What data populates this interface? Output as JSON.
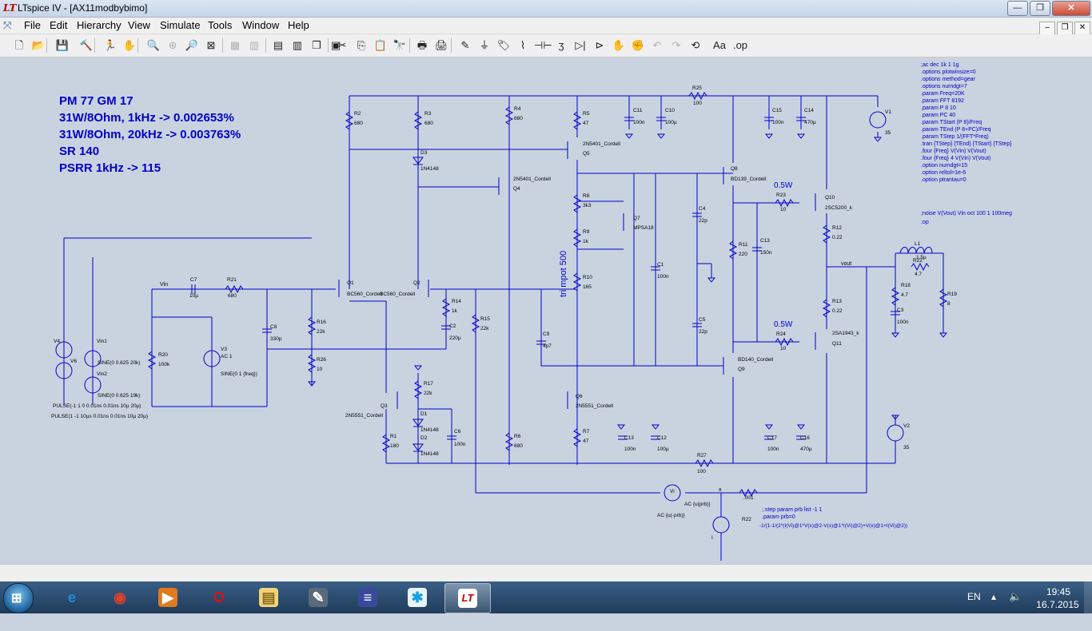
{
  "window": {
    "title": "LTspice IV - [AX11modbybimo]",
    "app_icon": "ltspice-logo-icon",
    "controls": {
      "minimize": "—",
      "maximize": "❐",
      "close": "✕"
    }
  },
  "menubar": {
    "items": [
      "File",
      "Edit",
      "Hierarchy",
      "View",
      "Simulate",
      "Tools",
      "Window",
      "Help"
    ],
    "mdi_controls": {
      "minimize": "–",
      "restore": "❐",
      "close": "✕"
    }
  },
  "toolbar": {
    "buttons": [
      {
        "name": "new-schematic",
        "glyph": "🗋"
      },
      {
        "name": "open",
        "glyph": "📂"
      },
      {
        "name": "save",
        "glyph": "💾"
      },
      {
        "name": "control-panel",
        "glyph": "🔨"
      },
      {
        "name": "run",
        "glyph": "🏃"
      },
      {
        "name": "halt",
        "glyph": "✋"
      },
      {
        "name": "zoom-in",
        "glyph": "🔍"
      },
      {
        "name": "pan",
        "glyph": "⊕"
      },
      {
        "name": "zoom-out",
        "glyph": "🔎"
      },
      {
        "name": "zoom-fit",
        "glyph": "⊠"
      },
      {
        "name": "autoscale",
        "glyph": "▦"
      },
      {
        "name": "delete-trace",
        "glyph": "▥"
      },
      {
        "name": "tile-horizontal",
        "glyph": "▤"
      },
      {
        "name": "tile-vertical",
        "glyph": "▥"
      },
      {
        "name": "cascade",
        "glyph": "❐"
      },
      {
        "name": "close-windows",
        "glyph": "▣"
      },
      {
        "name": "cut",
        "glyph": "✂"
      },
      {
        "name": "copy",
        "glyph": "⎘"
      },
      {
        "name": "paste",
        "glyph": "📋"
      },
      {
        "name": "find",
        "glyph": "🔭"
      },
      {
        "name": "print-setup",
        "glyph": "🖶"
      },
      {
        "name": "print",
        "glyph": "🖨"
      },
      {
        "name": "draw-wire",
        "glyph": "✎"
      },
      {
        "name": "ground",
        "glyph": "⏚"
      },
      {
        "name": "label-net",
        "glyph": "🏷"
      },
      {
        "name": "resistor",
        "glyph": "⌇"
      },
      {
        "name": "capacitor",
        "glyph": "⊣⊢"
      },
      {
        "name": "inductor",
        "glyph": "ʒ"
      },
      {
        "name": "diode",
        "glyph": "▷|"
      },
      {
        "name": "component",
        "glyph": "⊳"
      },
      {
        "name": "move",
        "glyph": "✋"
      },
      {
        "name": "drag",
        "glyph": "✊"
      },
      {
        "name": "undo",
        "glyph": "↶"
      },
      {
        "name": "redo",
        "glyph": "↷"
      },
      {
        "name": "rotate",
        "glyph": "⟲"
      },
      {
        "name": "text",
        "glyph": "Aa"
      },
      {
        "name": "spice-directive",
        "glyph": ".op"
      }
    ]
  },
  "schematic": {
    "notes": {
      "line1": "PM 77 GM 17",
      "line2": "31W/8Ohm, 1kHz   -> 0.002653%",
      "line3": "31W/8Ohm, 20kHz -> 0.003763%",
      "line4": "SR 140",
      "line5": "PSRR 1kHz -> 115"
    },
    "directives": [
      ";ac dec 1k 1 1g",
      ".options plotwinsize=0",
      ".options method=gear",
      ".options numdgt=7",
      ".param Freq=20K",
      ".param FFT 8192",
      ".param P 8 10",
      ".param PC 40",
      ".param TStart (P 8)/Freq",
      ".param TEnd (P 8+PC)/Freq",
      ".param TStep 1/(FFT*Freq)",
      ".tran {TStep} {TEnd} {TStart} {TStep}",
      ".four {Freq} V(Vin) V(Vout)",
      ".four {Freq} 4 V(Vin) V(Vout)",
      ".option numdgt=15",
      ".option reltol=1e-6",
      ".option ptrantau=0"
    ],
    "noise_directive": ";noise V(Vout) Vin oct 100 1 100meg",
    "op_directive": ";op",
    "step_directive": ";.step param prb list -1 1",
    "param_prb": ".param prb=0",
    "expr": "-1/(1-1/(2*(I(Vi)@1*V(x)@2-V(x)@1*I(Vi)@2)+V(x)@1+I(Vi)@2))",
    "pot_label": "tri mpot 500",
    "power_label_top": "0.5W",
    "power_label_bottom": "0.5W",
    "net_labels": {
      "vin": "Vin",
      "vout": "vout",
      "x": "x"
    },
    "components": {
      "R2": {
        "name": "R2",
        "value": "680"
      },
      "R3": {
        "name": "R3",
        "value": "680"
      },
      "R4": {
        "name": "R4",
        "value": "680"
      },
      "R5": {
        "name": "R5",
        "value": "47"
      },
      "R25": {
        "name": "R25",
        "value": "100"
      },
      "R8": {
        "name": "R8",
        "value": "3k3"
      },
      "R9": {
        "name": "R9",
        "value": "1k"
      },
      "R10": {
        "name": "R10",
        "value": "165"
      },
      "R11": {
        "name": "R11",
        "value": "220"
      },
      "R23": {
        "name": "R23",
        "value": "10"
      },
      "R12": {
        "name": "R12",
        "value": "0.22"
      },
      "R13": {
        "name": "R13",
        "value": "0.22"
      },
      "R24": {
        "name": "R24",
        "value": "10"
      },
      "R21": {
        "name": "R21",
        "value": "680"
      },
      "R16": {
        "name": "R16",
        "value": "22k"
      },
      "R26": {
        "name": "R26",
        "value": "10"
      },
      "R14": {
        "name": "R14",
        "value": "1k"
      },
      "R15": {
        "name": "R15",
        "value": "22k"
      },
      "R20": {
        "name": "R20",
        "value": "100k"
      },
      "R17": {
        "name": "R17",
        "value": "22k"
      },
      "R1": {
        "name": "R1",
        "value": "180"
      },
      "R6": {
        "name": "R6",
        "value": "680"
      },
      "R7": {
        "name": "R7",
        "value": "47"
      },
      "R27": {
        "name": "R27",
        "value": "100"
      },
      "R18": {
        "name": "R18",
        "value": "4.7"
      },
      "R19": {
        "name": "R19",
        "value": "8"
      },
      "R22": {
        "name": "R22",
        "value": ".001"
      },
      "R22b": {
        "name": "R22",
        "value": "4.7"
      },
      "L1": {
        "name": "L1",
        "value": "1.5µ"
      },
      "C11": {
        "name": "C11",
        "value": "100n"
      },
      "C10": {
        "name": "C10",
        "value": "100µ"
      },
      "C15": {
        "name": "C15",
        "value": "100n"
      },
      "C14": {
        "name": "C14",
        "value": "470µ"
      },
      "C4": {
        "name": "C4",
        "value": "22p"
      },
      "C13": {
        "name": "C13",
        "value": "150n"
      },
      "C1": {
        "name": "C1",
        "value": "100n"
      },
      "C5": {
        "name": "C5",
        "value": "22p"
      },
      "C9": {
        "name": "C9",
        "value": "4p7"
      },
      "C7": {
        "name": "C7",
        "value": "10µ"
      },
      "C8": {
        "name": "C8",
        "value": "330p"
      },
      "C2": {
        "name": "C2",
        "value": "220µ"
      },
      "C3": {
        "name": "C3",
        "value": "100n"
      },
      "C6": {
        "name": "C6",
        "value": "100n"
      },
      "C13b": {
        "name": "C13",
        "value": "100n"
      },
      "C12": {
        "name": "C12",
        "value": "100µ"
      },
      "C17": {
        "name": "C17",
        "value": "100n"
      },
      "C16": {
        "name": "C16",
        "value": "470µ"
      },
      "Q1": {
        "name": "Q1",
        "value": "BC560_Cordell"
      },
      "Q2": {
        "name": "Q2",
        "value": "BC560_Cordell"
      },
      "Q3": {
        "name": "Q3",
        "value": "2N5551_Cordell"
      },
      "Q4": {
        "name": "Q4",
        "value": "2N5401_Cordell"
      },
      "Q5": {
        "name": "Q5",
        "value": "2N5401_Cordell"
      },
      "Q6": {
        "name": "Q6",
        "value": "2N5551_Cordell"
      },
      "Q7": {
        "name": "Q7",
        "value": "MPSA18"
      },
      "Q8": {
        "name": "Q8",
        "value": "BD139_Cordell"
      },
      "Q9": {
        "name": "Q9",
        "value": "BD140_Cordell"
      },
      "Q10": {
        "name": "Q10",
        "value": "2SC5200_k"
      },
      "Q11": {
        "name": "Q11",
        "value": "2SA1943_k"
      },
      "D1": {
        "name": "D1",
        "value": "1N4148"
      },
      "D2": {
        "name": "D2",
        "value": "1N4148"
      },
      "D3": {
        "name": "D3",
        "value": "1N4148"
      },
      "V1": {
        "name": "V1",
        "value": "35"
      },
      "V2": {
        "name": "V2",
        "value": "35"
      },
      "V3": {
        "name": "V3",
        "value": "AC 1",
        "value2": "SINE(0 1 {freq})"
      },
      "V4": {
        "name": "V4"
      },
      "V6": {
        "name": "V6"
      },
      "Vin1": {
        "name": "Vin1",
        "value": "SINE(0 0.625 20k)"
      },
      "Vin2": {
        "name": "Vin2",
        "value": "SINE(0 0.625 19k)"
      },
      "Vi": {
        "name": "Vi",
        "value": "AC {u(prb)}"
      },
      "Ii": {
        "name": "I",
        "value": "AC {u(-prb)}"
      },
      "pulse1": "PULSE(-1 1 0 0.01ns 0.01ns 10µ 20µ)",
      "pulse2": "PULSE(1 -1 10µs 0.01ns 0.01ns 10µ 20µ)"
    }
  },
  "tray": {
    "lang": "EN",
    "time": "19:45",
    "date": "16.7.2015"
  },
  "taskbar": {
    "apps": [
      {
        "name": "internet-explorer",
        "glyph": "e",
        "color": "#1b8fe0",
        "bg": "transparent"
      },
      {
        "name": "chrome",
        "glyph": "◉",
        "color": "#e0402a",
        "bg": "transparent"
      },
      {
        "name": "media-player",
        "glyph": "▶",
        "color": "#fff",
        "bg": "#e07a1c"
      },
      {
        "name": "opera",
        "glyph": "O",
        "color": "#e01010",
        "bg": "transparent"
      },
      {
        "name": "file-explorer",
        "glyph": "▤",
        "color": "#8a6a20",
        "bg": "#f2d27a"
      },
      {
        "name": "paint-tool",
        "glyph": "✎",
        "color": "#fff",
        "bg": "#5a6a7a"
      },
      {
        "name": "audio-mixer",
        "glyph": "≡",
        "color": "#fff",
        "bg": "#3a4a9a"
      },
      {
        "name": "messenger",
        "glyph": "✱",
        "color": "#1aa0e0",
        "bg": "#e8f4fb"
      },
      {
        "name": "ltspice",
        "glyph": "LT",
        "color": "#c00",
        "bg": "#fff"
      }
    ]
  }
}
